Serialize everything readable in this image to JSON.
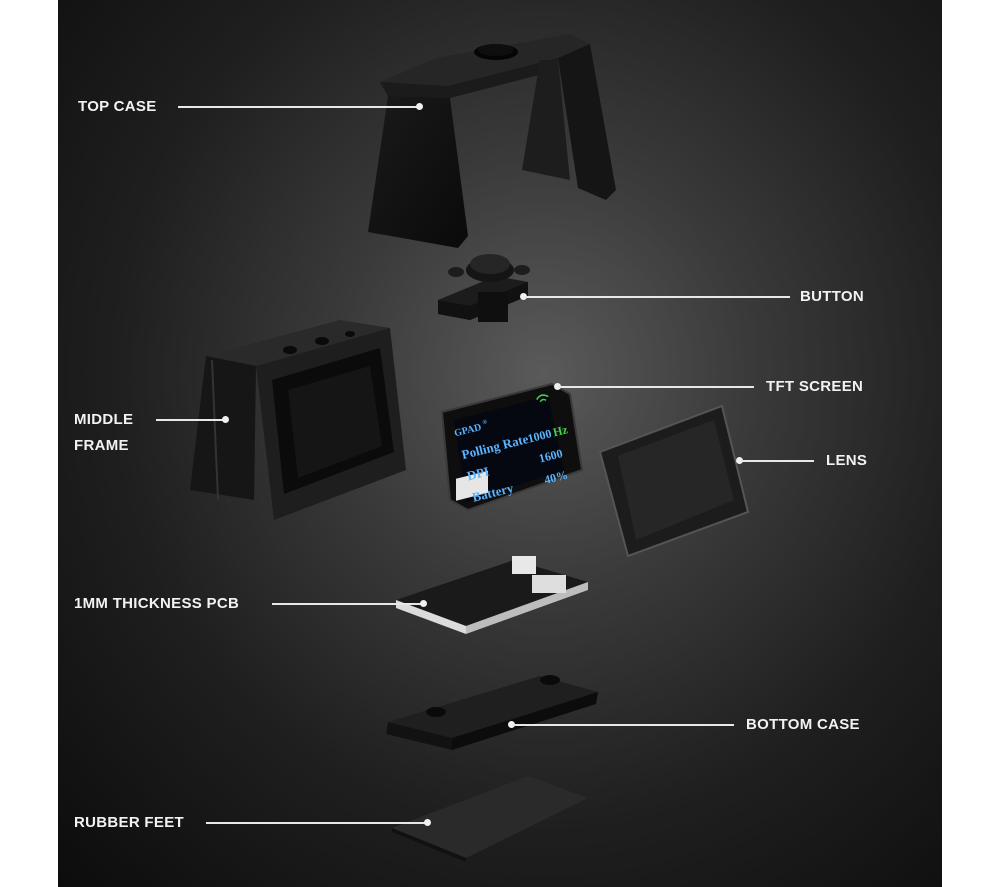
{
  "labels": {
    "top_case": "TOP CASE",
    "button": "BUTTON",
    "tft_screen": "TFT SCREEN",
    "middle_frame_line1": "MIDDLE",
    "middle_frame_line2": "FRAME",
    "lens": "LENS",
    "pcb": "1MM THICKNESS PCB",
    "bottom_case": "BOTTOM CASE",
    "rubber_feet": "RUBBER FEET"
  },
  "screen": {
    "brand": "GPAD",
    "brand_mark": "®",
    "rows": [
      {
        "label": "Polling Rate",
        "value": "1000",
        "unit": "Hz"
      },
      {
        "label": "DPI",
        "value": "1600",
        "unit": ""
      },
      {
        "label": "Battery",
        "value": "40%",
        "unit": ""
      }
    ]
  },
  "colors": {
    "screen_text": "#5ab4ff",
    "screen_accent": "#3fd24a"
  }
}
